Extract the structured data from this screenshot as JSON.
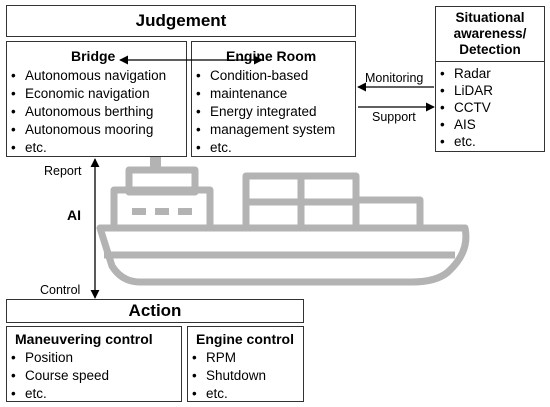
{
  "judgement": {
    "title": "Judgement"
  },
  "bridge": {
    "title": "Bridge",
    "items": [
      "Autonomous navigation",
      "Economic navigation",
      "Autonomous berthing",
      "Autonomous mooring",
      "etc."
    ]
  },
  "engine_room": {
    "title": "Engine Room",
    "items": [
      "Condition-based",
      "maintenance",
      "Energy integrated",
      "management system",
      "etc."
    ]
  },
  "situational": {
    "title_lines": [
      "Situational",
      "awareness/",
      "Detection"
    ],
    "items": [
      "Radar",
      "LiDAR",
      "CCTV",
      "AIS",
      "etc."
    ]
  },
  "arrows": {
    "monitoring": "Monitoring",
    "support": "Support",
    "report": "Report",
    "ai": "AI",
    "control": "Control"
  },
  "action": {
    "title": "Action"
  },
  "maneuvering": {
    "title": "Maneuvering control",
    "items": [
      "Position",
      "Course speed",
      "etc."
    ]
  },
  "engine_control": {
    "title": "Engine control",
    "items": [
      "RPM",
      "Shutdown",
      "etc."
    ]
  },
  "colors": {
    "ship": "#b3b3b3",
    "border": "#333333"
  }
}
